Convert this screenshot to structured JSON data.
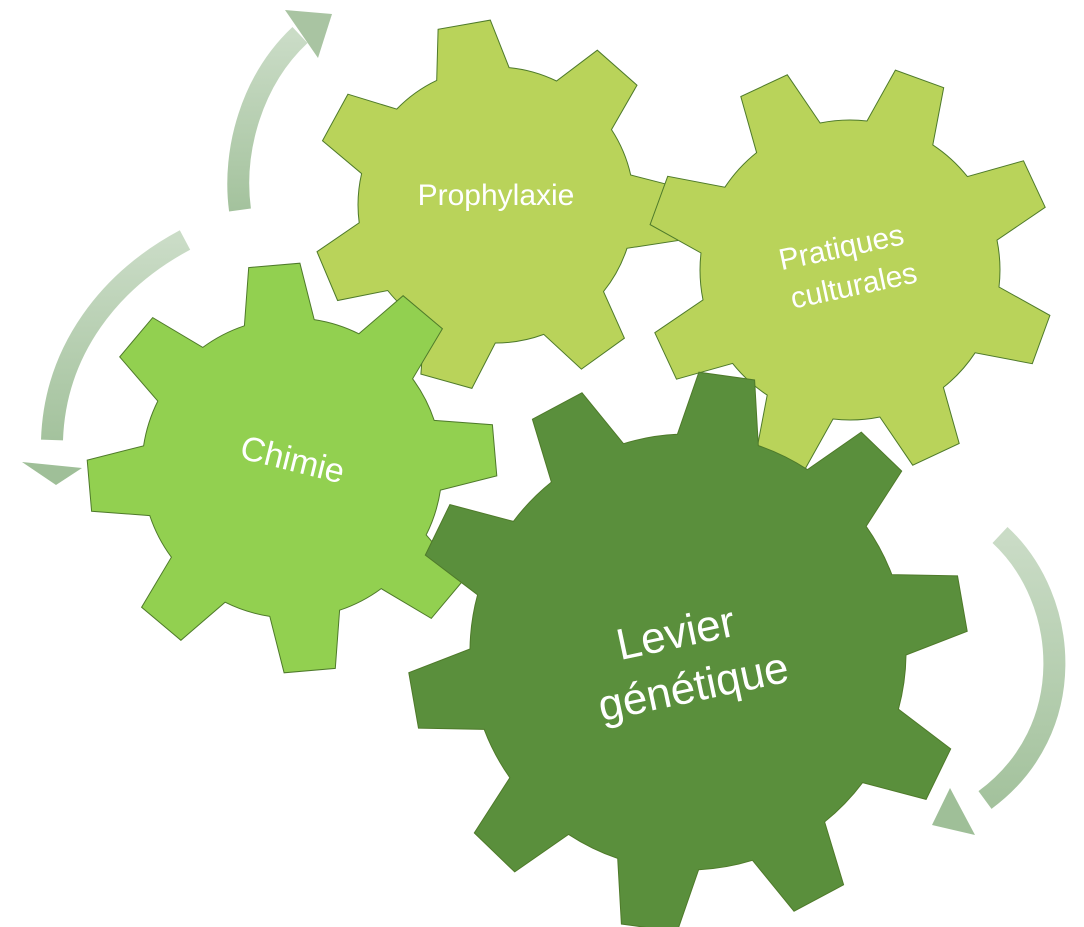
{
  "diagram": {
    "gears": [
      {
        "id": "prophylaxie",
        "label": "Prophylaxie",
        "color": "#b9d35a"
      },
      {
        "id": "pratiques-culturales",
        "label_lines": [
          "Pratiques",
          "culturales"
        ],
        "color": "#b9d35a"
      },
      {
        "id": "chimie",
        "label": "Chimie",
        "color": "#92d050"
      },
      {
        "id": "levier-genetique",
        "label_lines": [
          "Levier",
          "génétique"
        ],
        "color": "#5a8f3c"
      }
    ],
    "arrow_color": "#9fbf98",
    "outline_color": "#4e7a2a"
  }
}
